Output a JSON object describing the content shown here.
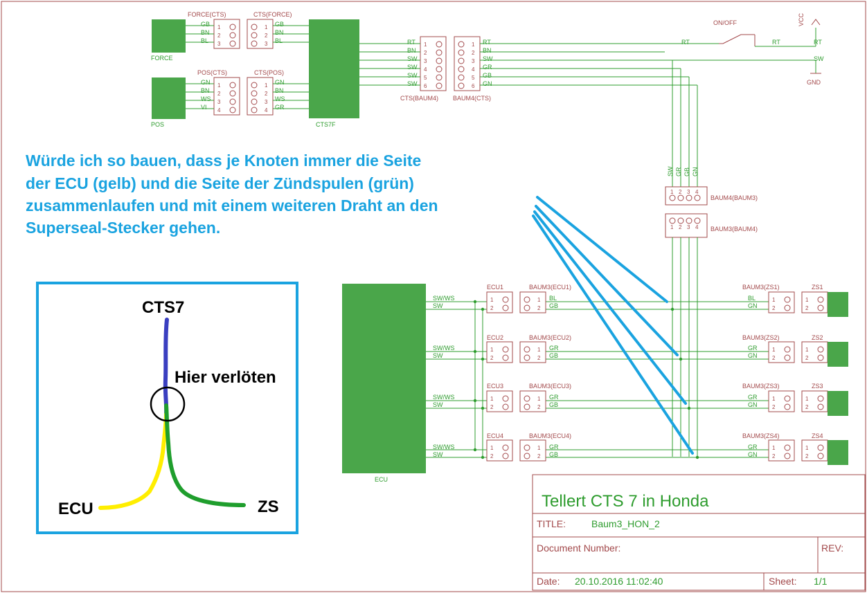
{
  "note": {
    "lines": [
      "Würde ich so bauen, dass je Knoten immer die Seite",
      "der ECU (gelb) und die Seite der Zündspulen (grün)",
      "zusammenlaufen und mit einem weiteren Draht an den",
      "Superseal-Stecker gehen."
    ],
    "color": "#1aa3e0"
  },
  "inset": {
    "top_label": "CTS7",
    "solder_label": "Hier verlöten",
    "left_label": "ECU",
    "right_label": "ZS"
  },
  "blocks": {
    "force": "FORCE",
    "pos": "POS",
    "cts7f": "CTS7F",
    "ecu": "ECU"
  },
  "connectors": {
    "force_cts": "FORCE(CTS)",
    "cts_force": "CTS(FORCE)",
    "pos_cts": "POS(CTS)",
    "cts_pos": "CTS(POS)",
    "cts_baum4": "CTS(BAUM4)",
    "baum4_cts": "BAUM4(CTS)",
    "baum4_baum3": "BAUM4(BAUM3)",
    "baum3_baum4": "BAUM3(BAUM4)",
    "switch": "ON/OFF",
    "vcc": "VCC",
    "gnd": "GND"
  },
  "wires": {
    "force": [
      "GB",
      "BN",
      "BL"
    ],
    "pos": [
      "GN",
      "BN",
      "WS",
      "VI",
      "GR"
    ],
    "baum4": [
      "RT",
      "BN",
      "SW",
      "SW",
      "SW",
      "SW"
    ],
    "baum4_right": [
      "RT",
      "BN",
      "SW",
      "GR",
      "GB",
      "GN"
    ],
    "vertical": [
      "SW",
      "GR",
      "GB",
      "GN"
    ],
    "rt": "RT",
    "sw": "SW"
  },
  "channels": [
    {
      "ecu": "ECU1",
      "baum": "BAUM3(ECU1)",
      "zs_baum": "BAUM3(ZS1)",
      "zs": "ZS1",
      "ecu_w": [
        "SW/WS",
        "SW"
      ],
      "mid_w": [
        "BL",
        "GB"
      ],
      "zs_w": [
        "BL",
        "GN"
      ]
    },
    {
      "ecu": "ECU2",
      "baum": "BAUM3(ECU2)",
      "zs_baum": "BAUM3(ZS2)",
      "zs": "ZS2",
      "ecu_w": [
        "SW/WS",
        "SW"
      ],
      "mid_w": [
        "GR",
        "GB"
      ],
      "zs_w": [
        "GR",
        "GN"
      ]
    },
    {
      "ecu": "ECU3",
      "baum": "BAUM3(ECU3)",
      "zs_baum": "BAUM3(ZS3)",
      "zs": "ZS3",
      "ecu_w": [
        "SW/WS",
        "SW"
      ],
      "mid_w": [
        "GR",
        "GB"
      ],
      "zs_w": [
        "GR",
        "GN"
      ]
    },
    {
      "ecu": "ECU4",
      "baum": "BAUM3(ECU4)",
      "zs_baum": "BAUM3(ZS4)",
      "zs": "ZS4",
      "ecu_w": [
        "SW/WS",
        "SW"
      ],
      "mid_w": [
        "GR",
        "GB"
      ],
      "zs_w": [
        "GR",
        "GN"
      ]
    }
  ],
  "titleblock": {
    "title": "Tellert CTS 7 in Honda",
    "title_label": "TITLE:",
    "title_value": "Baum3_HON_2",
    "doc_label": "Document Number:",
    "rev_label": "REV:",
    "date_label": "Date:",
    "date_value": "20.10.2016 11:02:40",
    "sheet_label": "Sheet:",
    "sheet_value": "1/1"
  },
  "colors": {
    "frame": "#a2484a",
    "wire": "#2e9c2e",
    "block": "#4aa64a",
    "annotation": "#1aa3e0",
    "ctsblue": "#3a3fc0",
    "yellow": "#ffee00",
    "green": "#1f9e2d"
  }
}
